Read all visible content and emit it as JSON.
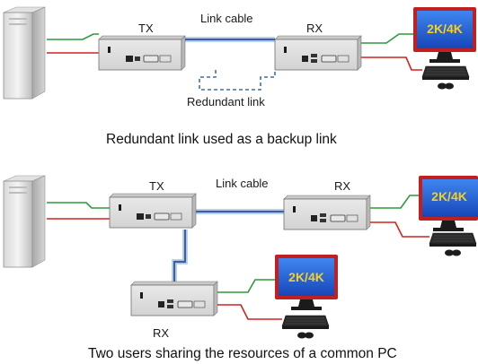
{
  "diagram_top": {
    "tx_label": "TX",
    "rx_label": "RX",
    "link_cable_label": "Link cable",
    "redundant_link_label": "Redundant link",
    "monitor_text": "2K/4K",
    "caption": "Redundant link used as a backup link"
  },
  "diagram_bottom": {
    "tx_label": "TX",
    "rx_right_label": "RX",
    "rx_bottom_label": "RX",
    "link_cable_label": "Link cable",
    "monitor_right_text": "2K/4K",
    "monitor_bottom_text": "2K/4K",
    "caption": "Two users sharing the resources of a common PC"
  },
  "colors": {
    "video_line": "#2a9a3a",
    "usb_line": "#d42020",
    "link_cable": "#3f5f9f",
    "link_glow": "#bcd3ef",
    "redundant_link": "#3f6fb0",
    "monitor_frame": "#c02020",
    "monitor_screen": "#1f5fd8",
    "monitor_text": "#f5d020"
  }
}
